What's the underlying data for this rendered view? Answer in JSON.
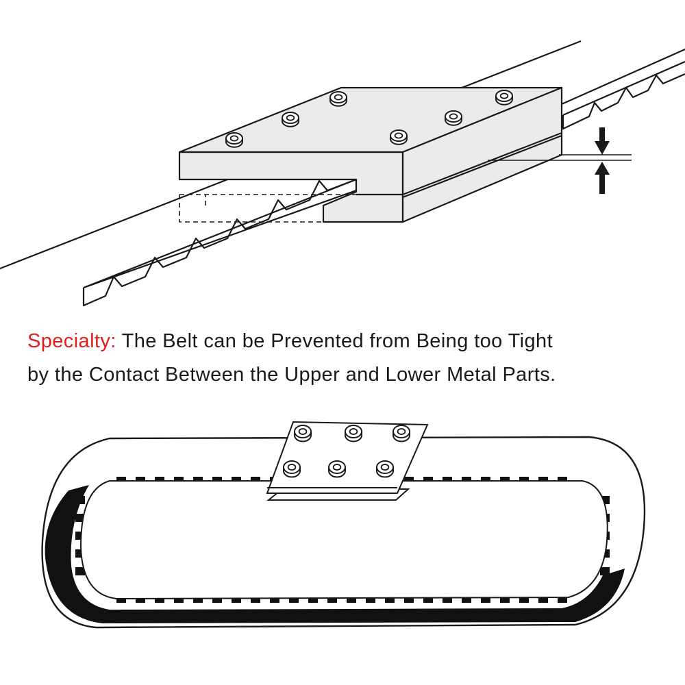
{
  "caption": {
    "keyword": "Specialty:",
    "line1": " The Belt can be Prevented from Being too Tight",
    "line2": "by the Contact Between the Upper and Lower Metal Parts."
  },
  "colors": {
    "keyword": "#e0201c",
    "text": "#1a1a1a",
    "outline": "#1a1a1a",
    "plate_fill": "#ebebeb",
    "belt_fill": "#111111"
  },
  "icons": [
    "clamp-bolt-icon",
    "gap-arrow-down-icon",
    "gap-arrow-up-icon"
  ]
}
